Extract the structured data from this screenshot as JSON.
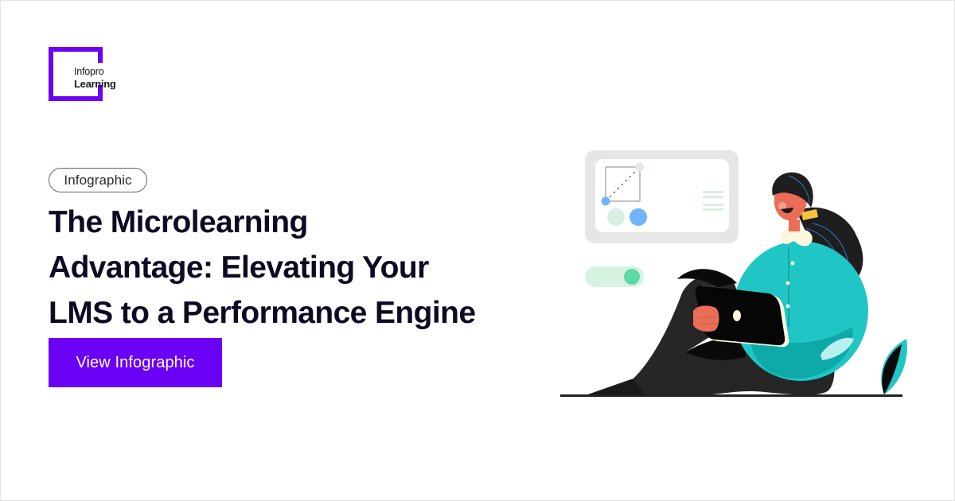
{
  "brand": {
    "logo_line1": "Infopro",
    "logo_line2": "Learning",
    "accent_color": "#6a00f4"
  },
  "hero": {
    "badge": "Infographic",
    "title_lines": [
      "The Microlearning",
      "Advantage: Elevating Your",
      "LMS to a Performance Engine"
    ],
    "cta_label": "View Infographic"
  },
  "illustration": {
    "description": "Woman sitting on the floor holding a tablet, with a dashboard card and a toggle switch floating beside her",
    "colors": {
      "sweater": "#20c6c6",
      "sweater_shade": "#0eaaaa",
      "pants": "#262626",
      "skin": "#ea6d58",
      "tablet": "#060606",
      "card_frame": "#e6e6e6",
      "toggle_track": "#d8f2e2",
      "toggle_knob": "#5fd8a8",
      "dot_blue": "#6fb5fb",
      "dot_green": "#d9efe1"
    }
  }
}
